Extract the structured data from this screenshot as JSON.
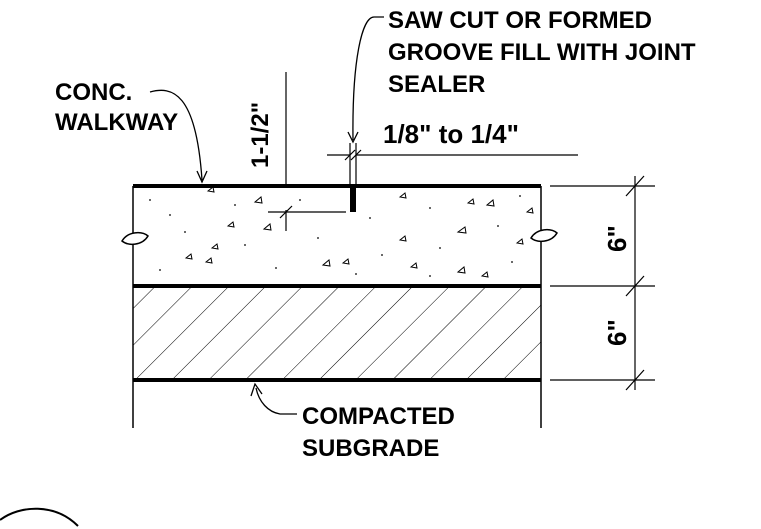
{
  "labels": {
    "saw_cut_line1": "SAW CUT OR FORMED",
    "saw_cut_line2": "GROOVE FILL WITH JOINT",
    "saw_cut_line3": "SEALER",
    "walkway_line1": "CONC.",
    "walkway_line2": "WALKWAY",
    "subgrade_line1": "COMPACTED",
    "subgrade_line2": "SUBGRADE"
  },
  "dimensions": {
    "joint_depth": "1-1/2\"",
    "joint_width": "1/8\" to 1/4\"",
    "slab_thickness": "6\"",
    "subgrade_thickness": "6\""
  }
}
